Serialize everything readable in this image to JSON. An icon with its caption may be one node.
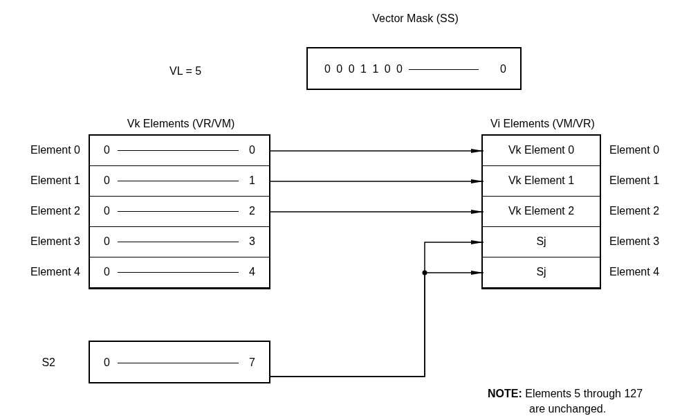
{
  "diagram": {
    "nodes": [
      {
        "text": [
          "Vector Mask (SS)",
          "0 0 0 1 1 0 0",
          "0"
        ]
      },
      {
        "text": [
          "Vk Elements (VR/VM)"
        ]
      },
      {
        "text": [
          "0",
          "0"
        ],
        "in": 1,
        "beside": [
          "Element 0"
        ]
      },
      {
        "text": [
          "0",
          "1"
        ],
        "in": 1,
        "beside": [
          "Element 1"
        ]
      },
      {
        "text": [
          "0",
          "2"
        ],
        "in": 1,
        "beside": [
          "Element 2"
        ]
      },
      {
        "text": [
          "0",
          "3"
        ],
        "in": 1,
        "beside": [
          "Element 3"
        ]
      },
      {
        "text": [
          "0",
          "4"
        ],
        "in": 1,
        "beside": [
          "Element 4"
        ]
      },
      {
        "text": [
          "Vi Elements (VM/VR)"
        ]
      },
      {
        "text": [
          "Vk Element 0"
        ],
        "in": 7,
        "beside": [
          "Element 0"
        ]
      },
      {
        "text": [
          "Vk Element 1"
        ],
        "in": 7,
        "beside": [
          "Element 1"
        ]
      },
      {
        "text": [
          "Vk Element 2"
        ],
        "in": 7,
        "beside": [
          "Element 2"
        ]
      },
      {
        "text": [
          "Sj"
        ],
        "in": 7,
        "beside": [
          "Element 3"
        ]
      },
      {
        "text": [
          "Sj"
        ],
        "in": 7,
        "beside": [
          "Element 4"
        ]
      },
      {
        "text": [
          "0",
          "7"
        ],
        "beside": [
          "S2"
        ]
      }
    ],
    "edges": [
      {
        "from": 2,
        "to": 8,
        "arrow": "to"
      },
      {
        "from": 3,
        "to": 9,
        "arrow": "to"
      },
      {
        "from": 4,
        "to": 10,
        "arrow": "to"
      },
      {
        "from": 13,
        "to": 11,
        "arrow": "to"
      },
      {
        "from": 13,
        "to": 12,
        "arrow": "to"
      }
    ],
    "labels": [
      "VL = 5",
      "**NOTE:** Elements 5 through 127 are unchanged."
    ]
  }
}
